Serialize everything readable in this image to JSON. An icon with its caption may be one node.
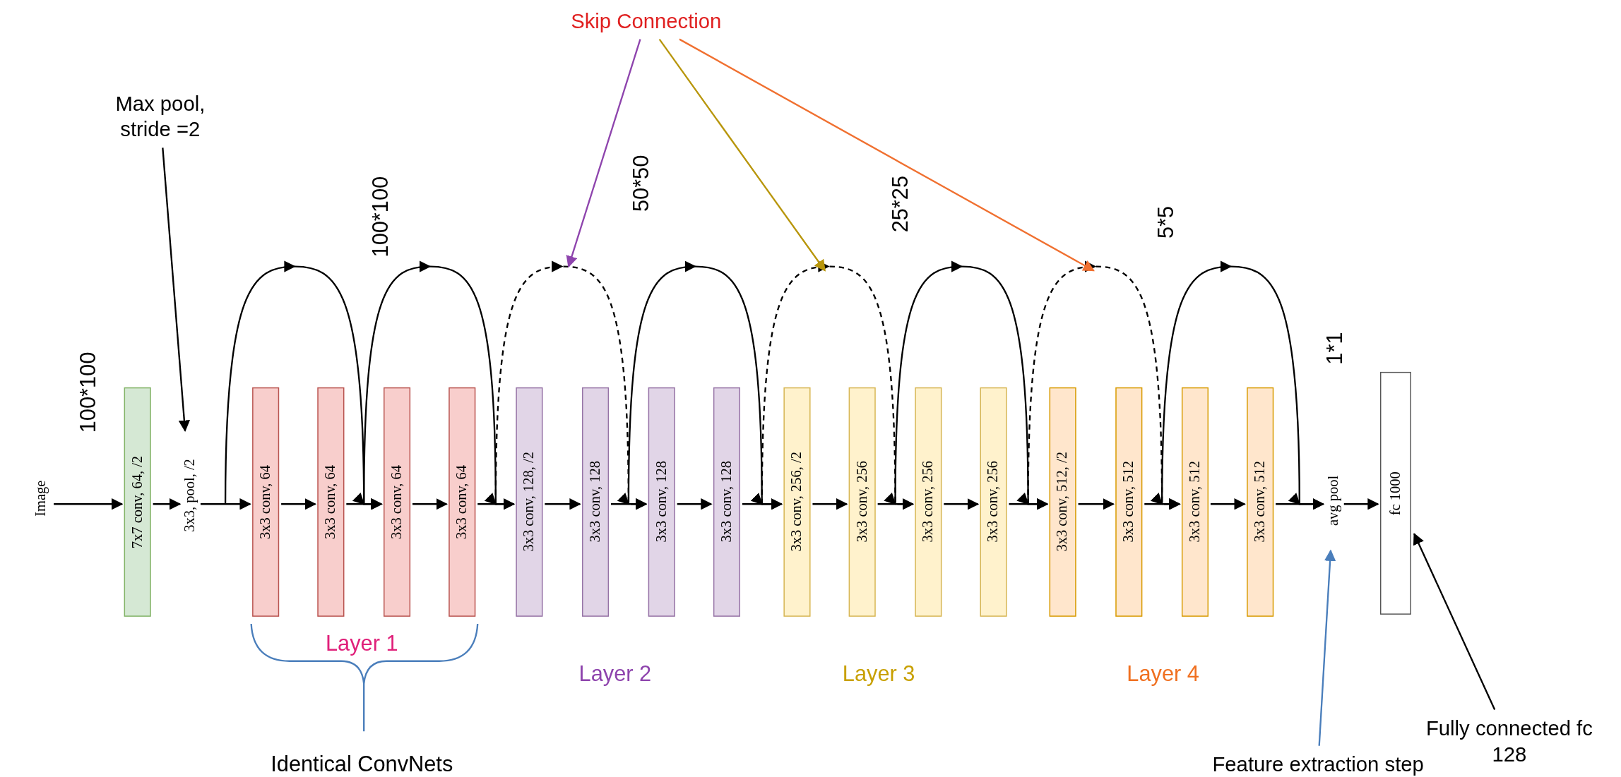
{
  "diagram": {
    "nodes": [
      {
        "text": [
          "Image"
        ]
      },
      {
        "text": [
          "7x7 conv, 64, /2"
        ]
      },
      {
        "text": [
          "3x3, pool, /2"
        ]
      },
      {
        "text": [
          "3x3 conv, 64"
        ]
      },
      {
        "text": [
          "3x3 conv, 64"
        ]
      },
      {
        "text": [
          "3x3 conv, 64"
        ]
      },
      {
        "text": [
          "3x3 conv, 64"
        ]
      },
      {
        "text": [
          "3x3 conv, 128, /2"
        ]
      },
      {
        "text": [
          "3x3 conv, 128"
        ]
      },
      {
        "text": [
          "3x3 conv, 128"
        ]
      },
      {
        "text": [
          "3x3 conv, 128"
        ]
      },
      {
        "text": [
          "3x3 conv, 256, /2"
        ]
      },
      {
        "text": [
          "3x3 conv, 256"
        ]
      },
      {
        "text": [
          "3x3 conv, 256"
        ]
      },
      {
        "text": [
          "3x3 conv, 256"
        ]
      },
      {
        "text": [
          "3x3 conv, 512, /2"
        ]
      },
      {
        "text": [
          "3x3 conv, 512"
        ]
      },
      {
        "text": [
          "3x3 conv, 512"
        ]
      },
      {
        "text": [
          "3x3 conv, 512"
        ]
      },
      {
        "text": [
          "avg pool"
        ]
      },
      {
        "text": [
          "fc 1000"
        ]
      },
      {
        "text": [
          "Max pool, stride =2"
        ]
      },
      {
        "text": [
          "Skip Connection"
        ]
      },
      {
        "text": [
          "Fully connected fc 128"
        ]
      },
      {
        "text": [
          "Feature extraction step"
        ]
      }
    ],
    "edges": [
      {
        "from": 0,
        "to": 1,
        "arrow": "to"
      },
      {
        "from": 1,
        "to": 2,
        "arrow": "to"
      },
      {
        "from": 2,
        "to": 3,
        "arrow": "to"
      },
      {
        "from": 3,
        "to": 4,
        "arrow": "to"
      },
      {
        "from": 4,
        "to": 5,
        "arrow": "to"
      },
      {
        "from": 5,
        "to": 6,
        "arrow": "to"
      },
      {
        "from": 6,
        "to": 7,
        "arrow": "to"
      },
      {
        "from": 7,
        "to": 8,
        "arrow": "to"
      },
      {
        "from": 8,
        "to": 9,
        "arrow": "to"
      },
      {
        "from": 9,
        "to": 10,
        "arrow": "to"
      },
      {
        "from": 10,
        "to": 11,
        "arrow": "to"
      },
      {
        "from": 11,
        "to": 12,
        "arrow": "to"
      },
      {
        "from": 12,
        "to": 13,
        "arrow": "to"
      },
      {
        "from": 13,
        "to": 14,
        "arrow": "to"
      },
      {
        "from": 14,
        "to": 15,
        "arrow": "to"
      },
      {
        "from": 15,
        "to": 16,
        "arrow": "to"
      },
      {
        "from": 16,
        "to": 17,
        "arrow": "to"
      },
      {
        "from": 17,
        "to": 18,
        "arrow": "to"
      },
      {
        "from": 18,
        "to": 19,
        "arrow": "to"
      },
      {
        "from": 19,
        "to": 20,
        "arrow": "to"
      },
      {
        "from": 2,
        "to": 5,
        "arrow": "to"
      },
      {
        "from": 4,
        "to": 7,
        "arrow": "to"
      },
      {
        "from": 6,
        "to": 9,
        "arrow": "to",
        "style": "dashed"
      },
      {
        "from": 8,
        "to": 11,
        "arrow": "to"
      },
      {
        "from": 10,
        "to": 13,
        "arrow": "to",
        "style": "dashed"
      },
      {
        "from": 12,
        "to": 15,
        "arrow": "to"
      },
      {
        "from": 14,
        "to": 17,
        "arrow": "to",
        "style": "dashed"
      },
      {
        "from": 16,
        "to": 19,
        "arrow": "to"
      },
      {
        "from": 21,
        "to": 2,
        "arrow": "to"
      },
      {
        "from": 22,
        "to": null,
        "arrow": "to",
        "color": "#8e44ad"
      },
      {
        "from": 22,
        "to": null,
        "arrow": "to",
        "color": "#b8960c"
      },
      {
        "from": 22,
        "to": null,
        "arrow": "to",
        "color": "#f07030"
      },
      {
        "from": 23,
        "to": 20,
        "arrow": "to"
      },
      {
        "from": 24,
        "to": 19,
        "arrow": "to",
        "color": "#4a7ebb"
      }
    ],
    "labels": [
      "100*100",
      "100*100",
      "50*50",
      "25*25",
      "5*5",
      "1*1",
      "Layer 1",
      "Layer 2",
      "Layer 3",
      "Layer 4",
      "Identical ConvNets"
    ]
  }
}
